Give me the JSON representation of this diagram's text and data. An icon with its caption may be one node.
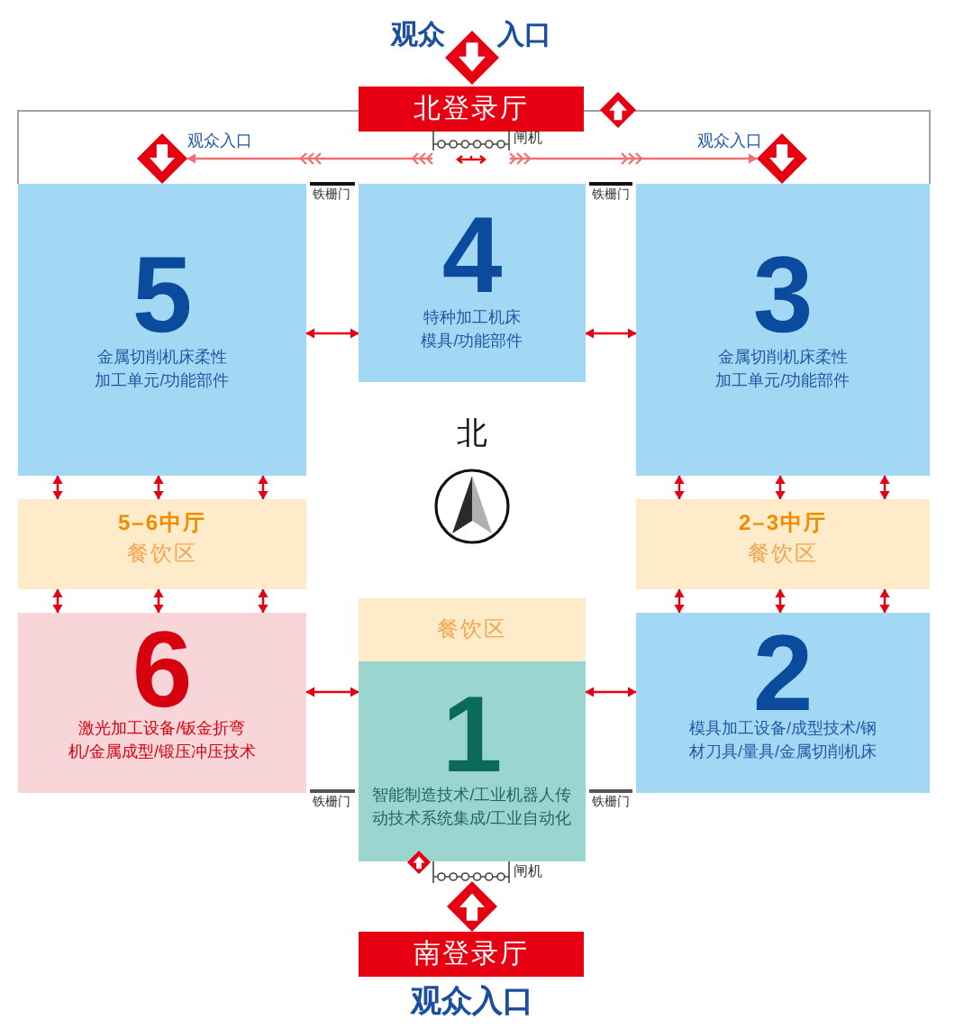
{
  "diagram": {
    "nodes": [
      {
        "text": [],
        "shape": "diamond",
        "beside": [
          "观众",
          "入口"
        ]
      },
      {
        "text": [
          "北登录厅"
        ]
      },
      {
        "text": [],
        "shape": "diamond"
      },
      {
        "text": [],
        "shape": "diamond",
        "beside": [
          "观众入口"
        ]
      },
      {
        "text": [],
        "shape": "picture",
        "beside": [
          "闸机"
        ]
      },
      {
        "text": [],
        "shape": "diamond",
        "beside": [
          "观众入口"
        ]
      },
      {
        "text": [
          "5",
          "金属切削机床柔性加工单元/功能部件"
        ]
      },
      {
        "text": [
          "4",
          "特种加工机床模具/功能部件"
        ]
      },
      {
        "text": [
          "3",
          "金属切削机床柔性加工单元/功能部件"
        ]
      },
      {
        "text": [
          "5–6中厅",
          "餐饮区"
        ]
      },
      {
        "text": [
          "2–3中厅",
          "餐饮区"
        ]
      },
      {
        "text": [
          "6",
          "激光加工设备/钣金折弯机/金属成型/锻压冲压技术"
        ]
      },
      {
        "text": [
          "餐饮区"
        ]
      },
      {
        "text": [
          "1",
          "智能制造技术/工业机器人传动技术系统集成/工业自动化"
        ]
      },
      {
        "text": [
          "2",
          "模具加工设备/成型技术/钢材刀具/量具/金属切削机床"
        ]
      },
      {
        "text": [],
        "shape": "diamond"
      },
      {
        "text": [],
        "shape": "picture",
        "beside": [
          "闸机"
        ]
      },
      {
        "text": [],
        "shape": "diamond"
      },
      {
        "text": [
          "南登录厅"
        ],
        "beside": [
          "观众入口"
        ]
      }
    ],
    "edges": [
      {
        "from": 4,
        "to": 3,
        "arrow": "to",
        "color": "#f07070"
      },
      {
        "from": 4,
        "to": 5,
        "arrow": "to",
        "color": "#f07070"
      },
      {
        "from": 6,
        "to": 7,
        "arrow": "both"
      },
      {
        "from": 8,
        "to": 7,
        "arrow": "both"
      },
      {
        "from": 6,
        "to": 9,
        "arrow": "both"
      },
      {
        "from": 6,
        "to": 9,
        "arrow": "both"
      },
      {
        "from": 6,
        "to": 9,
        "arrow": "both"
      },
      {
        "from": 8,
        "to": 10,
        "arrow": "both"
      },
      {
        "from": 8,
        "to": 10,
        "arrow": "both"
      },
      {
        "from": 8,
        "to": 10,
        "arrow": "both"
      },
      {
        "from": 9,
        "to": 11,
        "arrow": "both"
      },
      {
        "from": 9,
        "to": 11,
        "arrow": "both"
      },
      {
        "from": 9,
        "to": 11,
        "arrow": "both"
      },
      {
        "from": 10,
        "to": 14,
        "arrow": "both"
      },
      {
        "from": 10,
        "to": 14,
        "arrow": "both"
      },
      {
        "from": 10,
        "to": 14,
        "arrow": "both"
      },
      {
        "from": 11,
        "to": 13,
        "arrow": "both"
      },
      {
        "from": 13,
        "to": 14,
        "arrow": "both"
      }
    ],
    "labels": [
      "铁栅门",
      "铁栅门",
      "北",
      "铁栅门",
      "铁栅门"
    ]
  }
}
